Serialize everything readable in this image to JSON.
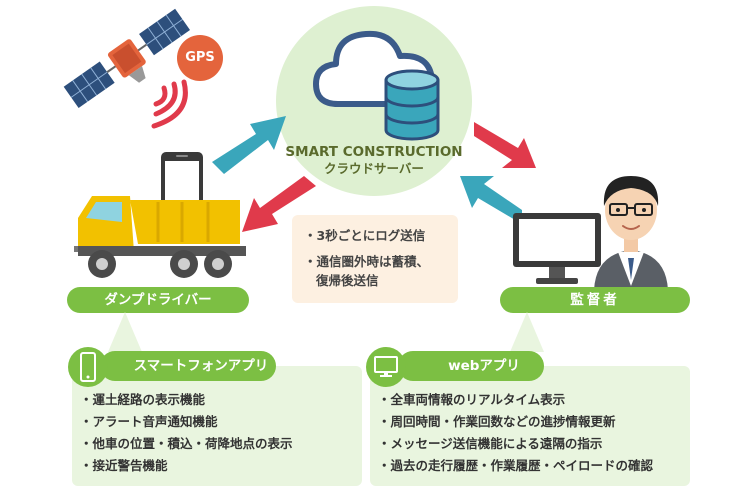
{
  "server": {
    "name": "SMART CONSTRUCTION",
    "subtitle": "クラウドサーバー"
  },
  "gps": {
    "label": "GPS"
  },
  "log_info": {
    "lines": [
      "・3秒ごとにログ送信",
      "・通信圏外時は蓄積、",
      "復帰後送信"
    ]
  },
  "driver": {
    "label": "ダンプドライバー"
  },
  "supervisor": {
    "label": "監督者"
  },
  "smartphone_app": {
    "title": "スマートフォンアプリ",
    "items": [
      "・運土経路の表示機能",
      "・アラート音声通知機能",
      "・他車の位置・積込・荷降地点の表示",
      "・接近警告機能"
    ]
  },
  "web_app": {
    "title": "webアプリ",
    "items": [
      "・全車両情報のリアルタイム表示",
      "・周回時間・作業回数などの進捗情報更新",
      "・メッセージ送信機能による遠隔の指示",
      "・過去の走行履歴・作業履歴・ペイロードの確認"
    ]
  },
  "colors": {
    "green": "#7cbf43",
    "light_green": "#e9f5df",
    "cloud_bg": "#def0d1",
    "teal_arrow": "#3aa6bb",
    "red_arrow": "#e03a4b",
    "gps_orange": "#e4643c",
    "truck_yellow": "#f2c100",
    "log_bg": "#fdf0e1"
  },
  "icons": [
    "satellite-icon",
    "signal-waves-icon",
    "cloud-icon",
    "database-icon",
    "smartphone-icon",
    "dump-truck-icon",
    "monitor-icon",
    "person-icon"
  ]
}
